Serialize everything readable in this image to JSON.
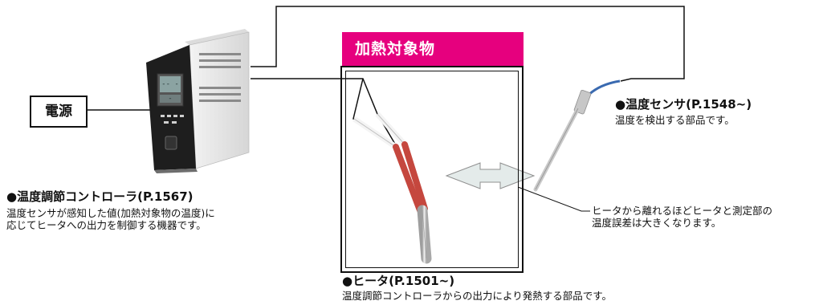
{
  "power": {
    "label": "電源"
  },
  "target": {
    "label": "加熱対象物"
  },
  "controller": {
    "title": "●温度調節コントローラ(P.1567)",
    "desc_line1": "温度センサが感知した値(加熱対象物の温度)に",
    "desc_line2": "応じてヒータへの出力を制御する機器です。",
    "display_text": "-- --"
  },
  "sensor": {
    "title": "●温度センサ(P.1548~)",
    "desc": "温度を検出する部品です。"
  },
  "heater": {
    "title": "●ヒータ(P.1501~)",
    "desc": "温度調節コントローラからの出力により発熱する部品です。"
  },
  "note": {
    "line1": "ヒータから離れるほどヒータと測定部の",
    "line2": "温度誤差は大きくなります。"
  },
  "colors": {
    "accent": "#e6007e",
    "heater_red": "#c5473e",
    "sensor_blue": "#3a6ab0",
    "arrow_fill": "#e4ebea"
  }
}
